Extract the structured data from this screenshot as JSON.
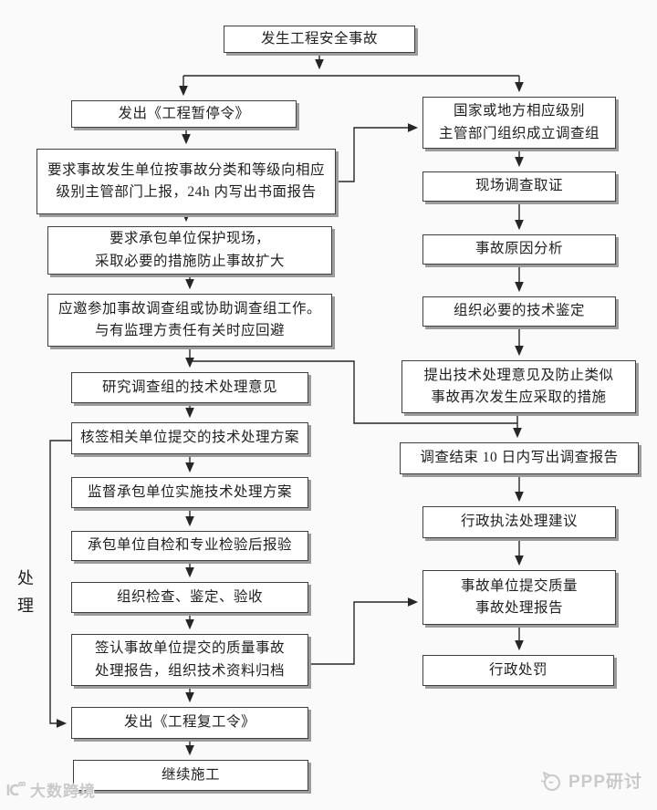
{
  "flow": {
    "start": {
      "label": "发生工程安全事故"
    },
    "left": [
      {
        "label": "发出《工程暂停令》"
      },
      {
        "label": "要求事故发生单位按事故分类和等级向相应\n级别主管部门上报，24h 内写出书面报告"
      },
      {
        "label": "要求承包单位保护现场，\n采取必要的措施防止事故扩大"
      },
      {
        "label": "应邀参加事故调查组或协助调查组工作。\n与有监理方责任有关时应回避"
      },
      {
        "label": "研究调查组的技术处理意见"
      },
      {
        "label": "核签相关单位提交的技术处理方案"
      },
      {
        "label": "监督承包单位实施技术处理方案"
      },
      {
        "label": "承包单位自检和专业检验后报验"
      },
      {
        "label": "组织检查、鉴定、验收"
      },
      {
        "label": "签认事故单位提交的质量事故\n处理报告，组织技术资料归档"
      },
      {
        "label": "发出《工程复工令》"
      },
      {
        "label": "继续施工"
      }
    ],
    "right": [
      {
        "label": "国家或地方相应级别\n主管部门组织成立调查组"
      },
      {
        "label": "现场调查取证"
      },
      {
        "label": "事故原因分析"
      },
      {
        "label": "组织必要的技术鉴定"
      },
      {
        "label": "提出技术处理意见及防止类似\n事故再次发生应采取的措施"
      },
      {
        "label": "调查结束 10 日内写出调查报告"
      },
      {
        "label": "行政执法处理建议"
      },
      {
        "label": "事故单位提交质量\n事故处理报告"
      },
      {
        "label": "行政处罚"
      }
    ],
    "side_label": "处理"
  },
  "watermarks": {
    "bottom_left": "大数跨境",
    "bottom_right": "PPP研讨"
  },
  "colors": {
    "bg": "#fafafa",
    "box_fill": "#ffffff",
    "box_border": "#3f3f3f",
    "shadow": "#9c9c9c",
    "line": "#262626",
    "text": "#1f1f1f",
    "watermark": "#c9c9c9"
  }
}
